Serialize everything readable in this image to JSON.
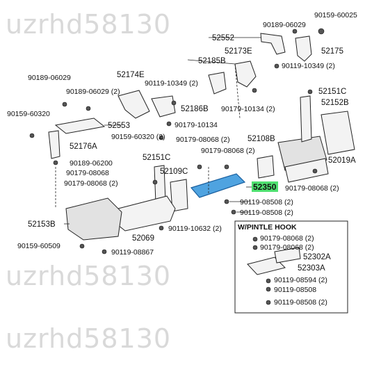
{
  "watermark": [
    "uzrhd58130",
    "uzrhd58130",
    "uzrhd58130"
  ],
  "highlight_label": "52350",
  "subdiagram_title": "W/PINTLE  HOOK",
  "labels": [
    "90159-60025",
    "90189-06029",
    "52552",
    "52175",
    "52173E",
    "52185B",
    "90119-10349 (2)",
    "90189-06029",
    "52174E",
    "90189-06029 (2)",
    "90119-10349 (2)",
    "52151C",
    "52152B",
    "52186B",
    "90179-10134 (2)",
    "90159-60320",
    "52553",
    "90179-10134",
    "90159-60320 (2)",
    "52176A",
    "90179-08068 (2)",
    "52108B",
    "90179-08068 (2)",
    "52019A",
    "90189-06200",
    "90179-08068",
    "52151C",
    "52109C",
    "90179-08068 (2)",
    "90179-08068 (2)",
    "90119-08508 (2)",
    "90119-08508 (2)",
    "52153B",
    "90119-10632 (2)",
    "52069",
    "90159-60509",
    "90119-08867",
    "90179-08068 (2)",
    "90179-08068 (2)",
    "52302A",
    "52303A",
    "90119-08594 (2)",
    "90119-08508",
    "90119-08508 (2)"
  ]
}
